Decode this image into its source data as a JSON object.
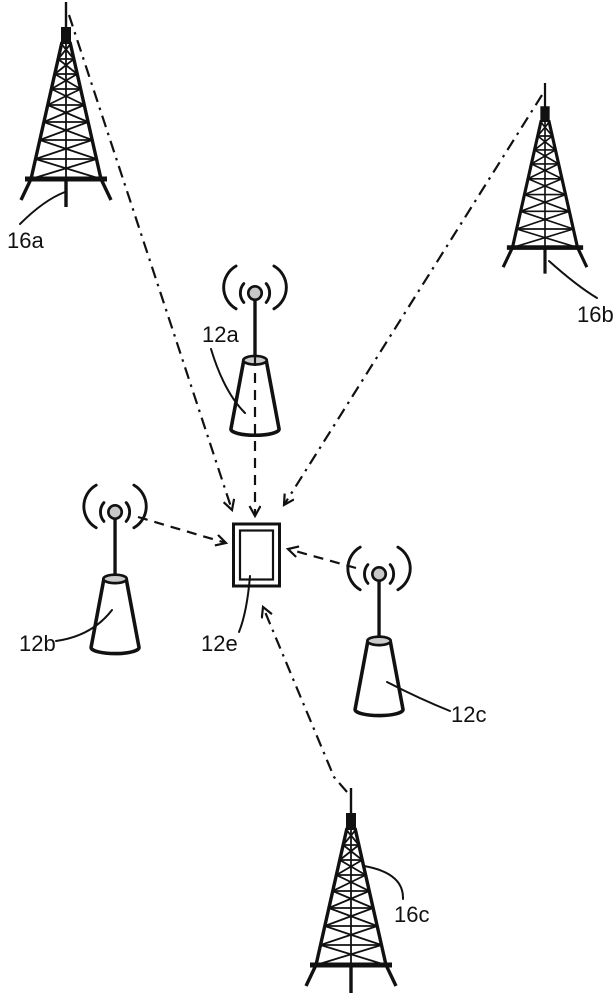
{
  "figure": {
    "background_color": "#ffffff",
    "ink_color": "#111111",
    "labels": {
      "tower_a": "16a",
      "tower_b": "16b",
      "tower_c": "16c",
      "beacon_a": "12a",
      "beacon_b": "12b",
      "beacon_c": "12c",
      "device": "12e"
    },
    "nodes": [
      {
        "ref": "16a",
        "kind": "cell-tower",
        "position": "top-left"
      },
      {
        "ref": "16b",
        "kind": "cell-tower",
        "position": "top-right"
      },
      {
        "ref": "16c",
        "kind": "cell-tower",
        "position": "bottom-center"
      },
      {
        "ref": "12a",
        "kind": "antenna-beacon",
        "position": "upper-middle"
      },
      {
        "ref": "12b",
        "kind": "antenna-beacon",
        "position": "middle-left"
      },
      {
        "ref": "12c",
        "kind": "antenna-beacon",
        "position": "middle-right"
      },
      {
        "ref": "12e",
        "kind": "mobile-device",
        "position": "center"
      }
    ],
    "connections": [
      {
        "from": "16a",
        "to": "12e",
        "line_style": "dash-dot",
        "arrow_at": "device"
      },
      {
        "from": "16b",
        "to": "12e",
        "line_style": "dash-dot",
        "arrow_at": "device"
      },
      {
        "from": "16c",
        "to": "12e",
        "line_style": "dash-dot",
        "arrow_at": "device"
      },
      {
        "from": "12a",
        "to": "12e",
        "line_style": "dashed",
        "arrow_at": "device"
      },
      {
        "from": "12b",
        "to": "12e",
        "line_style": "dashed",
        "arrow_at": "device"
      },
      {
        "from": "12c",
        "to": "12e",
        "line_style": "dashed",
        "arrow_at": "device"
      }
    ]
  }
}
